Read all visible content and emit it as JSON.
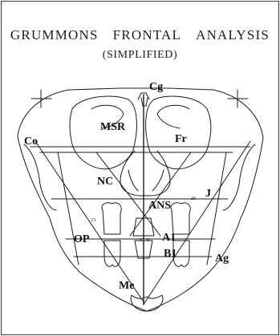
{
  "figure": {
    "title_words": [
      "GRUMMONS",
      "FRONTAL",
      "ANALYSIS"
    ],
    "subtitle": "(SIMPLIFIED)"
  },
  "landmarks": {
    "cg": "Cg",
    "msr": "MSR",
    "co": "Co",
    "fr": "Fr",
    "nc": "NC",
    "ans": "ANS",
    "j": "J",
    "op": "OP",
    "a1": "A1",
    "b1": "B1",
    "ag": "Ag",
    "me": "Me"
  },
  "tooth_numbers": {
    "left_lateral": "23",
    "right_lateral": "26",
    "incisor_a": "3",
    "incisor_b": "6"
  }
}
